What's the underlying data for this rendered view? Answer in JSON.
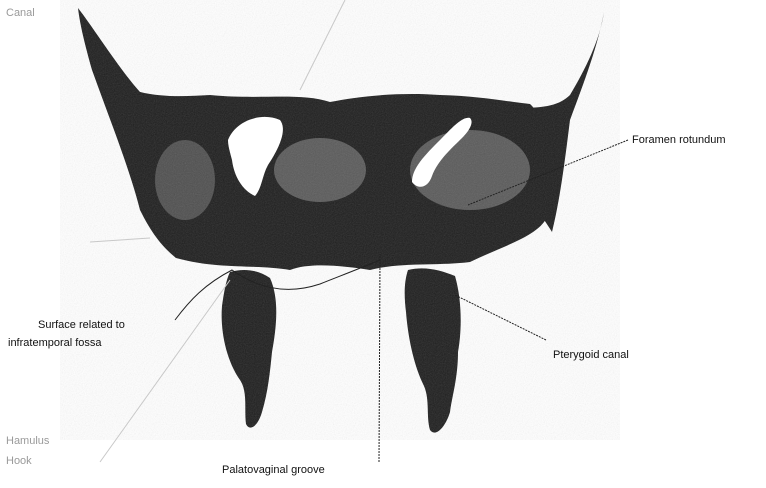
{
  "labels": {
    "top_left": "Canal",
    "foramen_rotundum": "Foramen rotundum",
    "surface_line1": "Surface related to",
    "surface_line2": "infratemporal fossa",
    "pterygoid_canal": "Pterygoid canal",
    "palatovaginal_groove": "Palatovaginal groove",
    "bottom_left_line1": "Hamulus",
    "bottom_left_line2": "Hook"
  },
  "colors": {
    "bone": "#1e1e1e",
    "bone_highlight": "#8c8c8c",
    "leader_line": "#222222",
    "faint_leader": "#c8c8c8",
    "background": "#ffffff"
  }
}
